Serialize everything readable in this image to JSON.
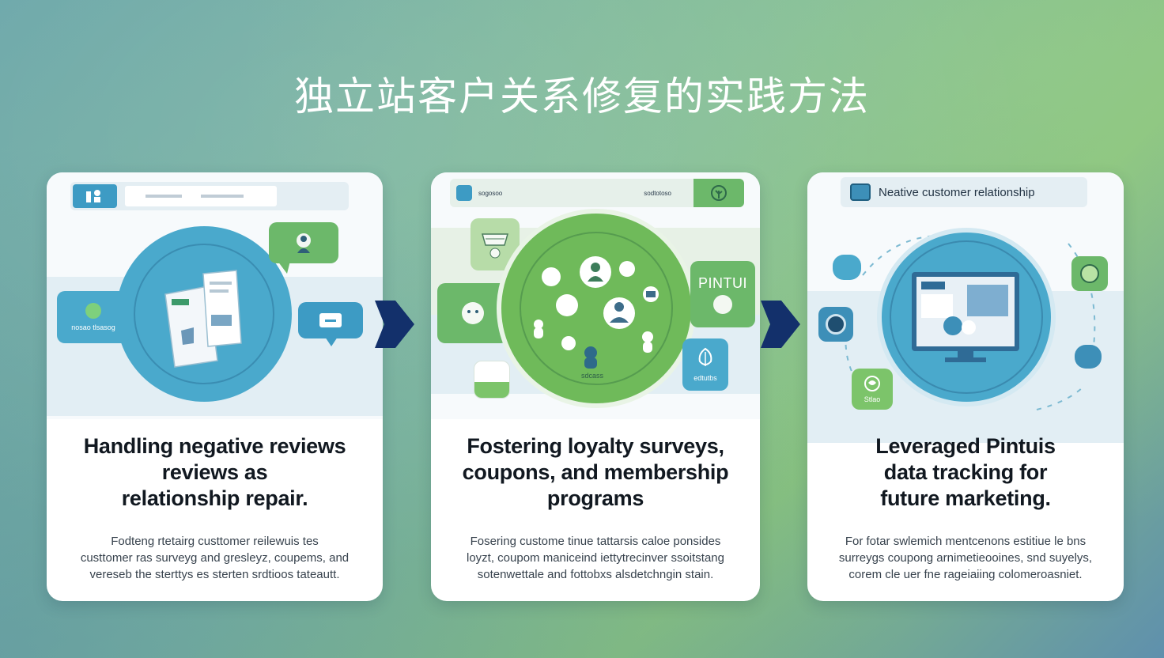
{
  "title": "独立站客户关系修复的实践方法",
  "cards": [
    {
      "heading": "Handling negative reviews\nreviews as\nrelationship repair.",
      "body": "Fodteng rtetairg custtomer reilewuis tes\ncusttomer ras surveyg and gresleyz, coupems, and\nvereseb the sterttys es sterten srdtioos tateautt.",
      "side_label": "nosao tlsasog"
    },
    {
      "heading": "Fostering loyalty surveys,\ncoupons, and membership\nprograms",
      "body": "Fosering custome tinue tattarsis caloe ponsides\nloyzt, coupom maniceind iettytrecinver ssoitstang\nsotenwettale and fottobxs alsdetchngin stain.",
      "bar_left": "sogosoo",
      "bar_right": "sodtotoso",
      "badge_pintui": "PINTUI",
      "badge_bottom": "edtutbs",
      "center_label": "sdcass"
    },
    {
      "heading": "Leveraged Pintuis\ndata tracking for\nfuture marketing.",
      "body": "For fotar swlemich mentcenons estitiue le bns\nsurreygs coupong arnimetieooines, snd suyelys,\ncorem cle uer fne rageiaiing colomeroasniet.",
      "bar_title": "Neative customer relationship",
      "small_label": "Stlao"
    }
  ],
  "colors": {
    "blue_circle": "#4aa9cc",
    "green_circle": "#6fba5a",
    "arrow": "#13306b",
    "card_bg": "#ffffff"
  },
  "icons": [
    "arrow-right-icon",
    "arrow-right-icon",
    "person-icon",
    "document-icon",
    "chat-bubble-icon",
    "monitor-icon"
  ]
}
